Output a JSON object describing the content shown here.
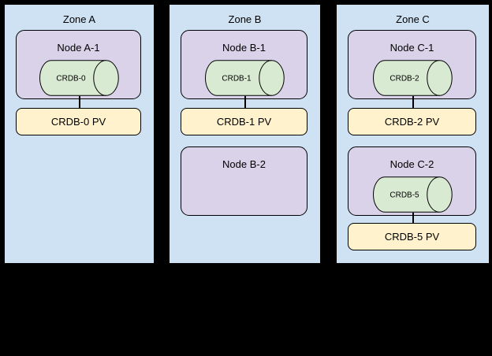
{
  "diagram": {
    "description": "Three-zone CockroachDB deployment diagram with nodes, CRDB pods and persistent volumes"
  },
  "colors": {
    "background": "#000000",
    "zone_fill": "#cfe2f3",
    "node_fill": "#d9d2e9",
    "cylinder_fill": "#d9ead3",
    "pv_fill": "#fff2cc",
    "border": "#000000"
  },
  "zones": [
    {
      "title": "Zone A",
      "nodes": [
        {
          "label": "Node A-1",
          "cylinder": "CRDB-0",
          "pv": "CRDB-0 PV"
        }
      ]
    },
    {
      "title": "Zone B",
      "nodes": [
        {
          "label": "Node B-1",
          "cylinder": "CRDB-1",
          "pv": "CRDB-1 PV"
        },
        {
          "label": "Node B-2"
        }
      ]
    },
    {
      "title": "Zone C",
      "nodes": [
        {
          "label": "Node C-1",
          "cylinder": "CRDB-2",
          "pv": "CRDB-2 PV"
        },
        {
          "label": "Node C-2",
          "cylinder": "CRDB-5",
          "pv": "CRDB-5 PV"
        }
      ]
    }
  ]
}
